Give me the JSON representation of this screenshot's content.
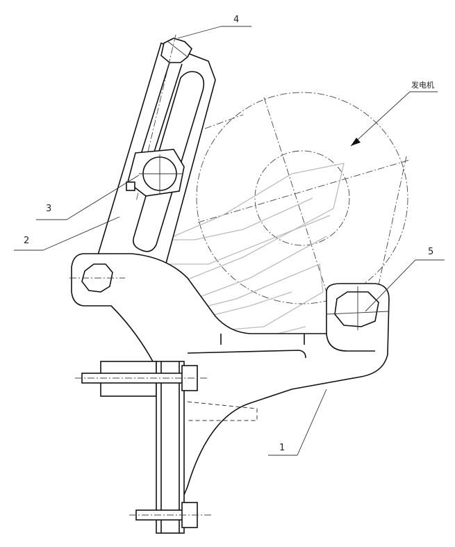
{
  "callouts": {
    "part_1": "1",
    "part_2": "2",
    "part_3": "3",
    "part_4": "4",
    "part_5": "5",
    "generator": "发电机"
  }
}
